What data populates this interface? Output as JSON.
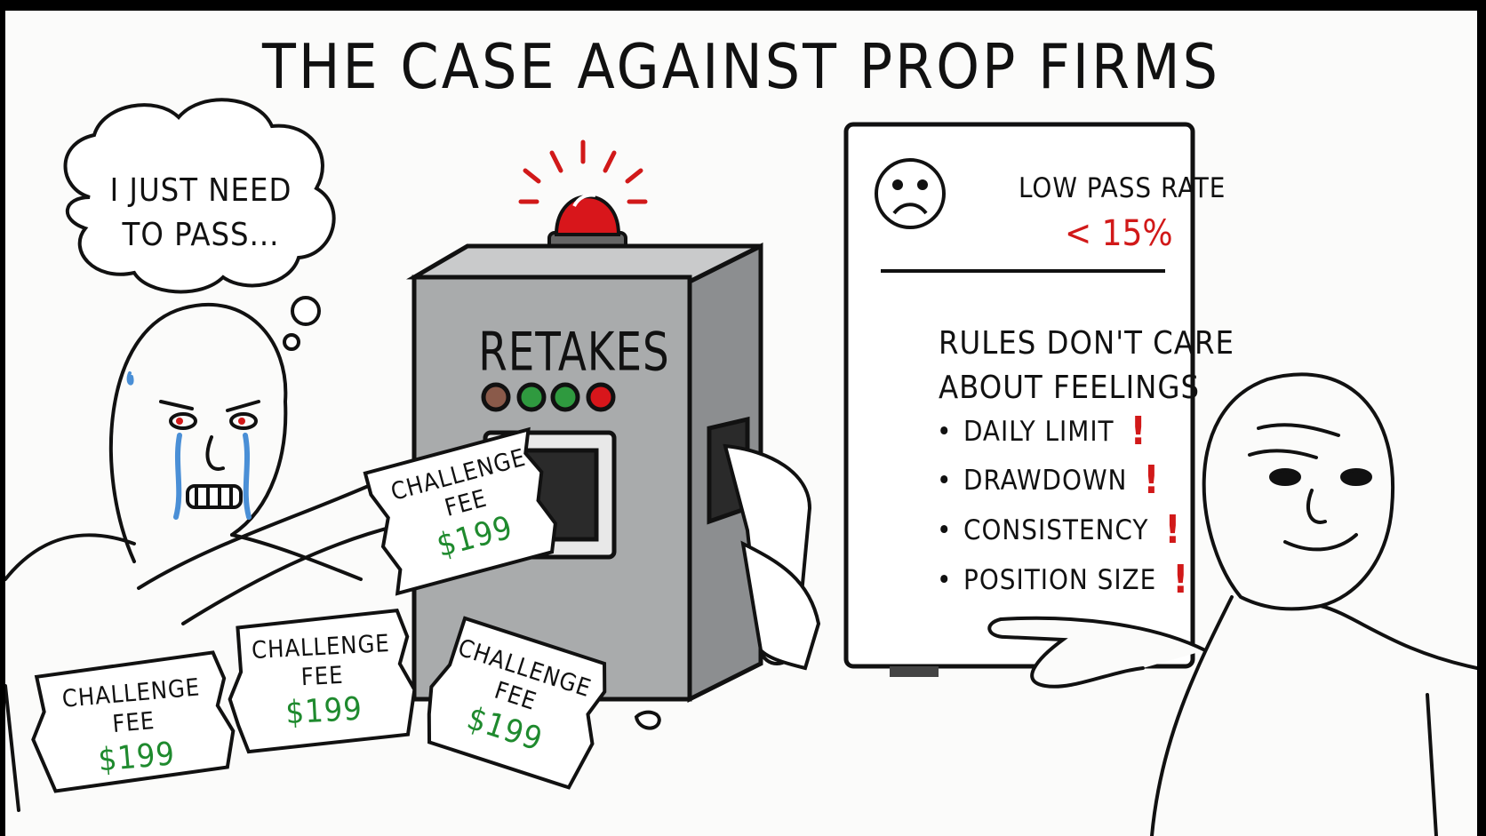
{
  "title": "THE CASE AGAINST PROP FIRMS",
  "thought_bubble": {
    "line1": "I JUST NEED",
    "line2": "TO PASS..."
  },
  "machine": {
    "label": "RETAKES"
  },
  "board": {
    "pass_rate_label": "LOW PASS RATE",
    "pass_rate_value": "< 15%",
    "rules_line1": "RULES DON'T CARE",
    "rules_line2": "ABOUT FEELINGS",
    "rules": [
      {
        "label": "DAILY LIMIT",
        "mark": "!"
      },
      {
        "label": "DRAWDOWN",
        "mark": "!"
      },
      {
        "label": "CONSISTENCY",
        "mark": "!"
      },
      {
        "label": "POSITION SIZE",
        "mark": "!"
      }
    ]
  },
  "tickets": [
    {
      "line1": "CHALLENGE",
      "line2": "FEE",
      "price": "$199"
    },
    {
      "line1": "CHALLENGE",
      "line2": "FEE",
      "price": "$199"
    },
    {
      "line1": "CHALLENGE",
      "line2": "FEE",
      "price": "$199"
    },
    {
      "line1": "CHALLENGE",
      "line2": "FEE",
      "price": "$199"
    }
  ],
  "colors": {
    "ink": "#111111",
    "alert_red": "#d11919",
    "money_green": "#1f8a2e",
    "machine_gray": "#a9abac",
    "tears_blue": "#4a8fd6"
  },
  "icons": [
    "sad-face-icon",
    "alarm-light-icon",
    "bullet-dot-icon",
    "exclamation-icon"
  ]
}
